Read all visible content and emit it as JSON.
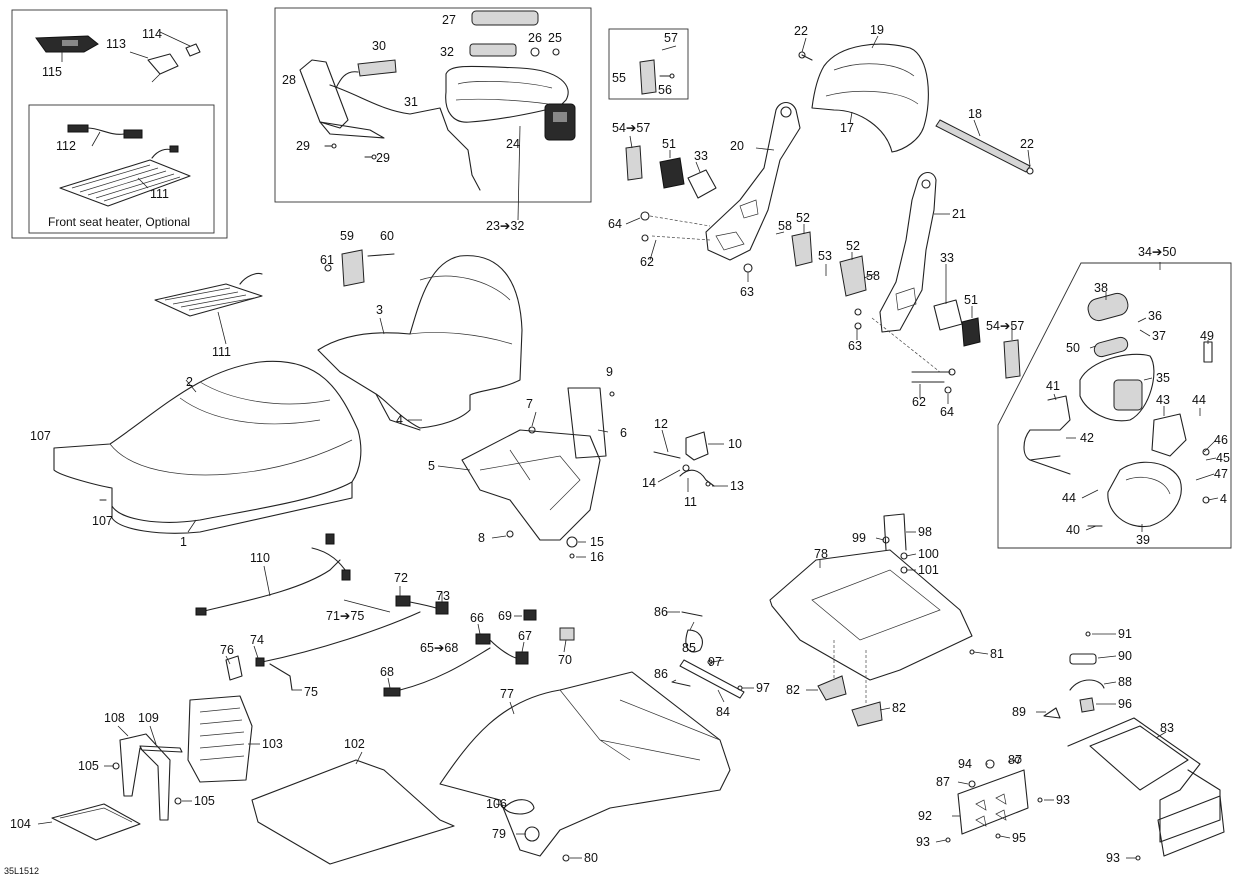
{
  "diagram_code": "35L1512",
  "caption": "Front seat heater, Optional",
  "labels": [
    "1",
    "2",
    "3",
    "4",
    "5",
    "6",
    "7",
    "8",
    "9",
    "10",
    "11",
    "12",
    "13",
    "14",
    "15",
    "16",
    "17",
    "18",
    "19",
    "20",
    "21",
    "22",
    "22",
    "23➔32",
    "24",
    "25",
    "26",
    "27",
    "28",
    "29",
    "29",
    "30",
    "31",
    "32",
    "33",
    "33",
    "34➔50",
    "35",
    "36",
    "37",
    "38",
    "39",
    "4",
    "40",
    "41",
    "42",
    "43",
    "44",
    "44",
    "45",
    "46",
    "47",
    "49",
    "50",
    "51",
    "51",
    "52",
    "52",
    "53",
    "54➔57",
    "54➔57",
    "55",
    "56",
    "57",
    "58",
    "58",
    "59",
    "60",
    "61",
    "62",
    "62",
    "63",
    "63",
    "64",
    "64",
    "65➔68",
    "66",
    "67",
    "68",
    "69",
    "70",
    "71➔75",
    "72",
    "73",
    "74",
    "75",
    "76",
    "77",
    "78",
    "79",
    "80",
    "81",
    "82",
    "82",
    "83",
    "84",
    "85",
    "86",
    "86",
    "87",
    "87",
    "88",
    "89",
    "90",
    "91",
    "92",
    "93",
    "93",
    "93",
    "94",
    "95",
    "96",
    "97",
    "97",
    "98",
    "99",
    "100",
    "101",
    "102",
    "103",
    "104",
    "105",
    "105",
    "106",
    "107",
    "107",
    "108",
    "109",
    "110",
    "111",
    "111",
    "112",
    "113",
    "114",
    "115"
  ]
}
